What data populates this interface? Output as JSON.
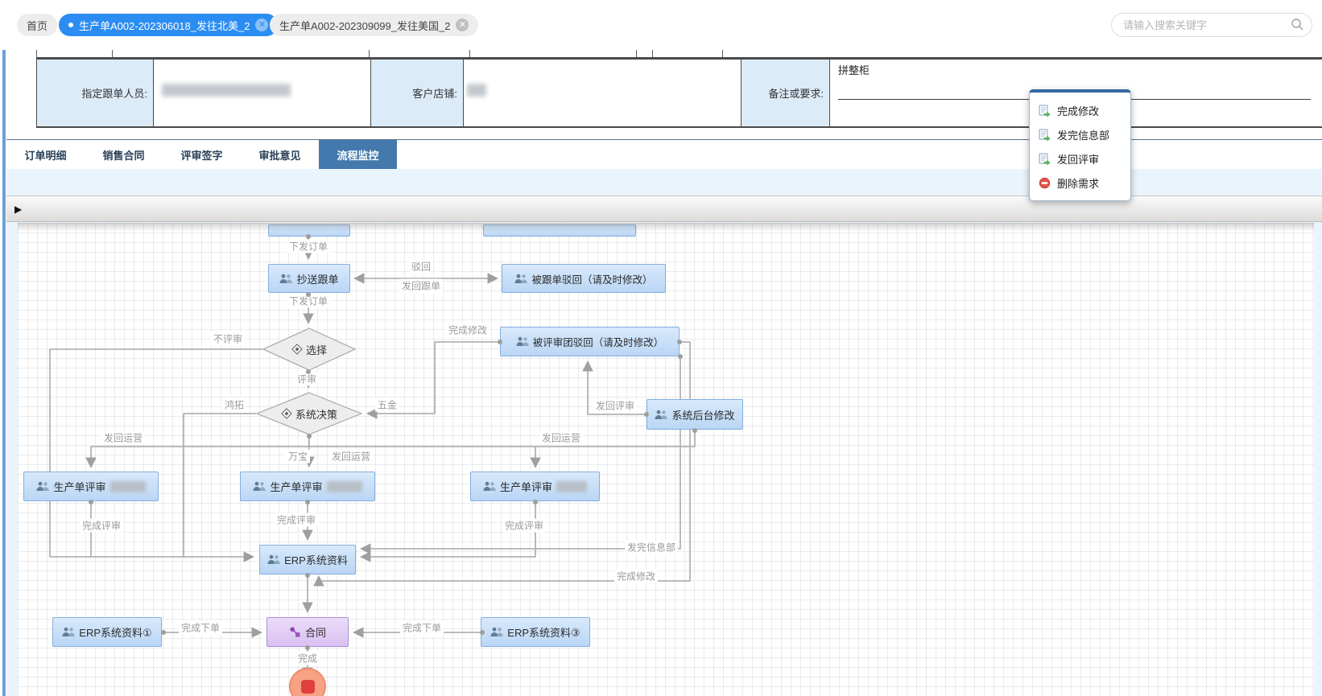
{
  "colors": {
    "active_doc_tab": "#2b8df2",
    "active_section_tab": "#4379ad",
    "task_node_fill": "#cfe3f8",
    "task_node_border": "#86aedd",
    "contract_node_fill": "#e3cdf5",
    "end_node_red": "#e0413d",
    "end_node_circle": "#f6a284",
    "edge_gray": "#b3b3b3"
  },
  "top_bar": {
    "home_label": "首页",
    "doc_tabs": [
      {
        "label": "生产单A002-202306018_发往北美_2",
        "active": true
      },
      {
        "label": "生产单A002-202309099_发往美国_2",
        "active": false
      }
    ],
    "search": {
      "placeholder": "请输入搜索关键字"
    }
  },
  "form": {
    "follow_up_label": "指定跟单人员:",
    "shop_label": "客户店铺:",
    "remark_label": "备注或要求:",
    "remark_value": "拼整柜"
  },
  "context_menu": {
    "items": [
      {
        "label": "完成修改"
      },
      {
        "label": "发完信息部"
      },
      {
        "label": "发回评审"
      },
      {
        "label": "删除需求"
      }
    ]
  },
  "section_tabs": [
    {
      "label": "订单明细",
      "active": false
    },
    {
      "label": "销售合同",
      "active": false
    },
    {
      "label": "评审签字",
      "active": false
    },
    {
      "label": "审批意见",
      "active": false
    },
    {
      "label": "流程监控",
      "active": true
    }
  ],
  "flow_panel": {
    "expand_icon": "▶"
  },
  "flowchart": {
    "nodes": {
      "copy_follow": "抄送跟单",
      "rejected_by_follow": "被跟单驳回（请及时修改）",
      "choose": "选择",
      "rejected_by_review": "被评审团驳回（请及时修改）",
      "system_decision": "系统决策",
      "backend_modify": "系统后台修改",
      "review1": "生产单评审",
      "review2": "生产单评审",
      "review3": "生产单评审",
      "erp_center": "ERP系统资料",
      "erp1": "ERP系统资料①",
      "contract": "合同",
      "erp3": "ERP系统资料③"
    },
    "edge_labels": [
      {
        "text": "下发订单"
      },
      {
        "text": "驳回"
      },
      {
        "text": "发回跟单"
      },
      {
        "text": "下发订单"
      },
      {
        "text": "不评审"
      },
      {
        "text": "完成修改"
      },
      {
        "text": "评审"
      },
      {
        "text": "鸿拓"
      },
      {
        "text": "五金"
      },
      {
        "text": "发回评审"
      },
      {
        "text": "发回运营"
      },
      {
        "text": "万宝"
      },
      {
        "text": "发回运营"
      },
      {
        "text": "发回运营"
      },
      {
        "text": "完成评审"
      },
      {
        "text": "完成评审"
      },
      {
        "text": "完成评审"
      },
      {
        "text": "发完信息部"
      },
      {
        "text": "完成修改"
      },
      {
        "text": "完成下单"
      },
      {
        "text": "完成下单"
      },
      {
        "text": "完成"
      }
    ]
  }
}
